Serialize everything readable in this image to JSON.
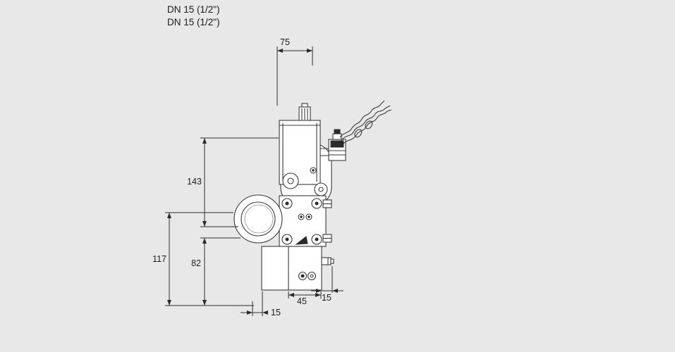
{
  "canvas": {
    "background_color": "#e8e8e8",
    "drawing_line_color": "#3a3a3a",
    "dimension_line_color": "#2b2b2b"
  },
  "header": {
    "line1": "DN 15 (1/2\")",
    "line2": "DN 15 (1/2\")"
  },
  "dimensions": {
    "top_width": "75",
    "actuator_height": "143",
    "total_lower_height": "117",
    "body_lower_height": "82",
    "bottom_left_offset": "15",
    "bottom_width": "45",
    "side_offset": "15"
  }
}
